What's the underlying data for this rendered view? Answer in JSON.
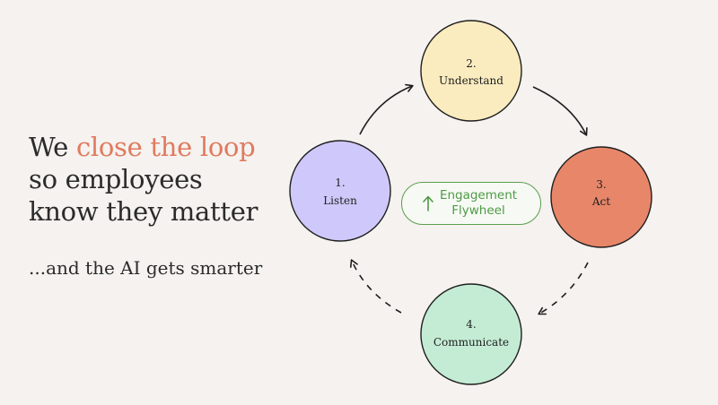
{
  "headline": {
    "prefix": "We ",
    "accent": "close the loop",
    "line2": "so employees",
    "line3": "know they matter"
  },
  "subline": "...and the AI gets smarter",
  "center_badge": {
    "line1": "Engagement",
    "line2": "Flywheel",
    "icon": "up-arrow-icon"
  },
  "nodes": [
    {
      "number": "1.",
      "label": "Listen",
      "color": "#cfc9fb"
    },
    {
      "number": "2.",
      "label": "Understand",
      "color": "#fbecc0"
    },
    {
      "number": "3.",
      "label": "Act",
      "color": "#e8866a"
    },
    {
      "number": "4.",
      "label": "Communicate",
      "color": "#c4ecd4"
    }
  ],
  "colors": {
    "background": "#f5f2ef",
    "accent": "#e07a5f",
    "text": "#2b2b2b",
    "badge": "#4e9a46"
  }
}
